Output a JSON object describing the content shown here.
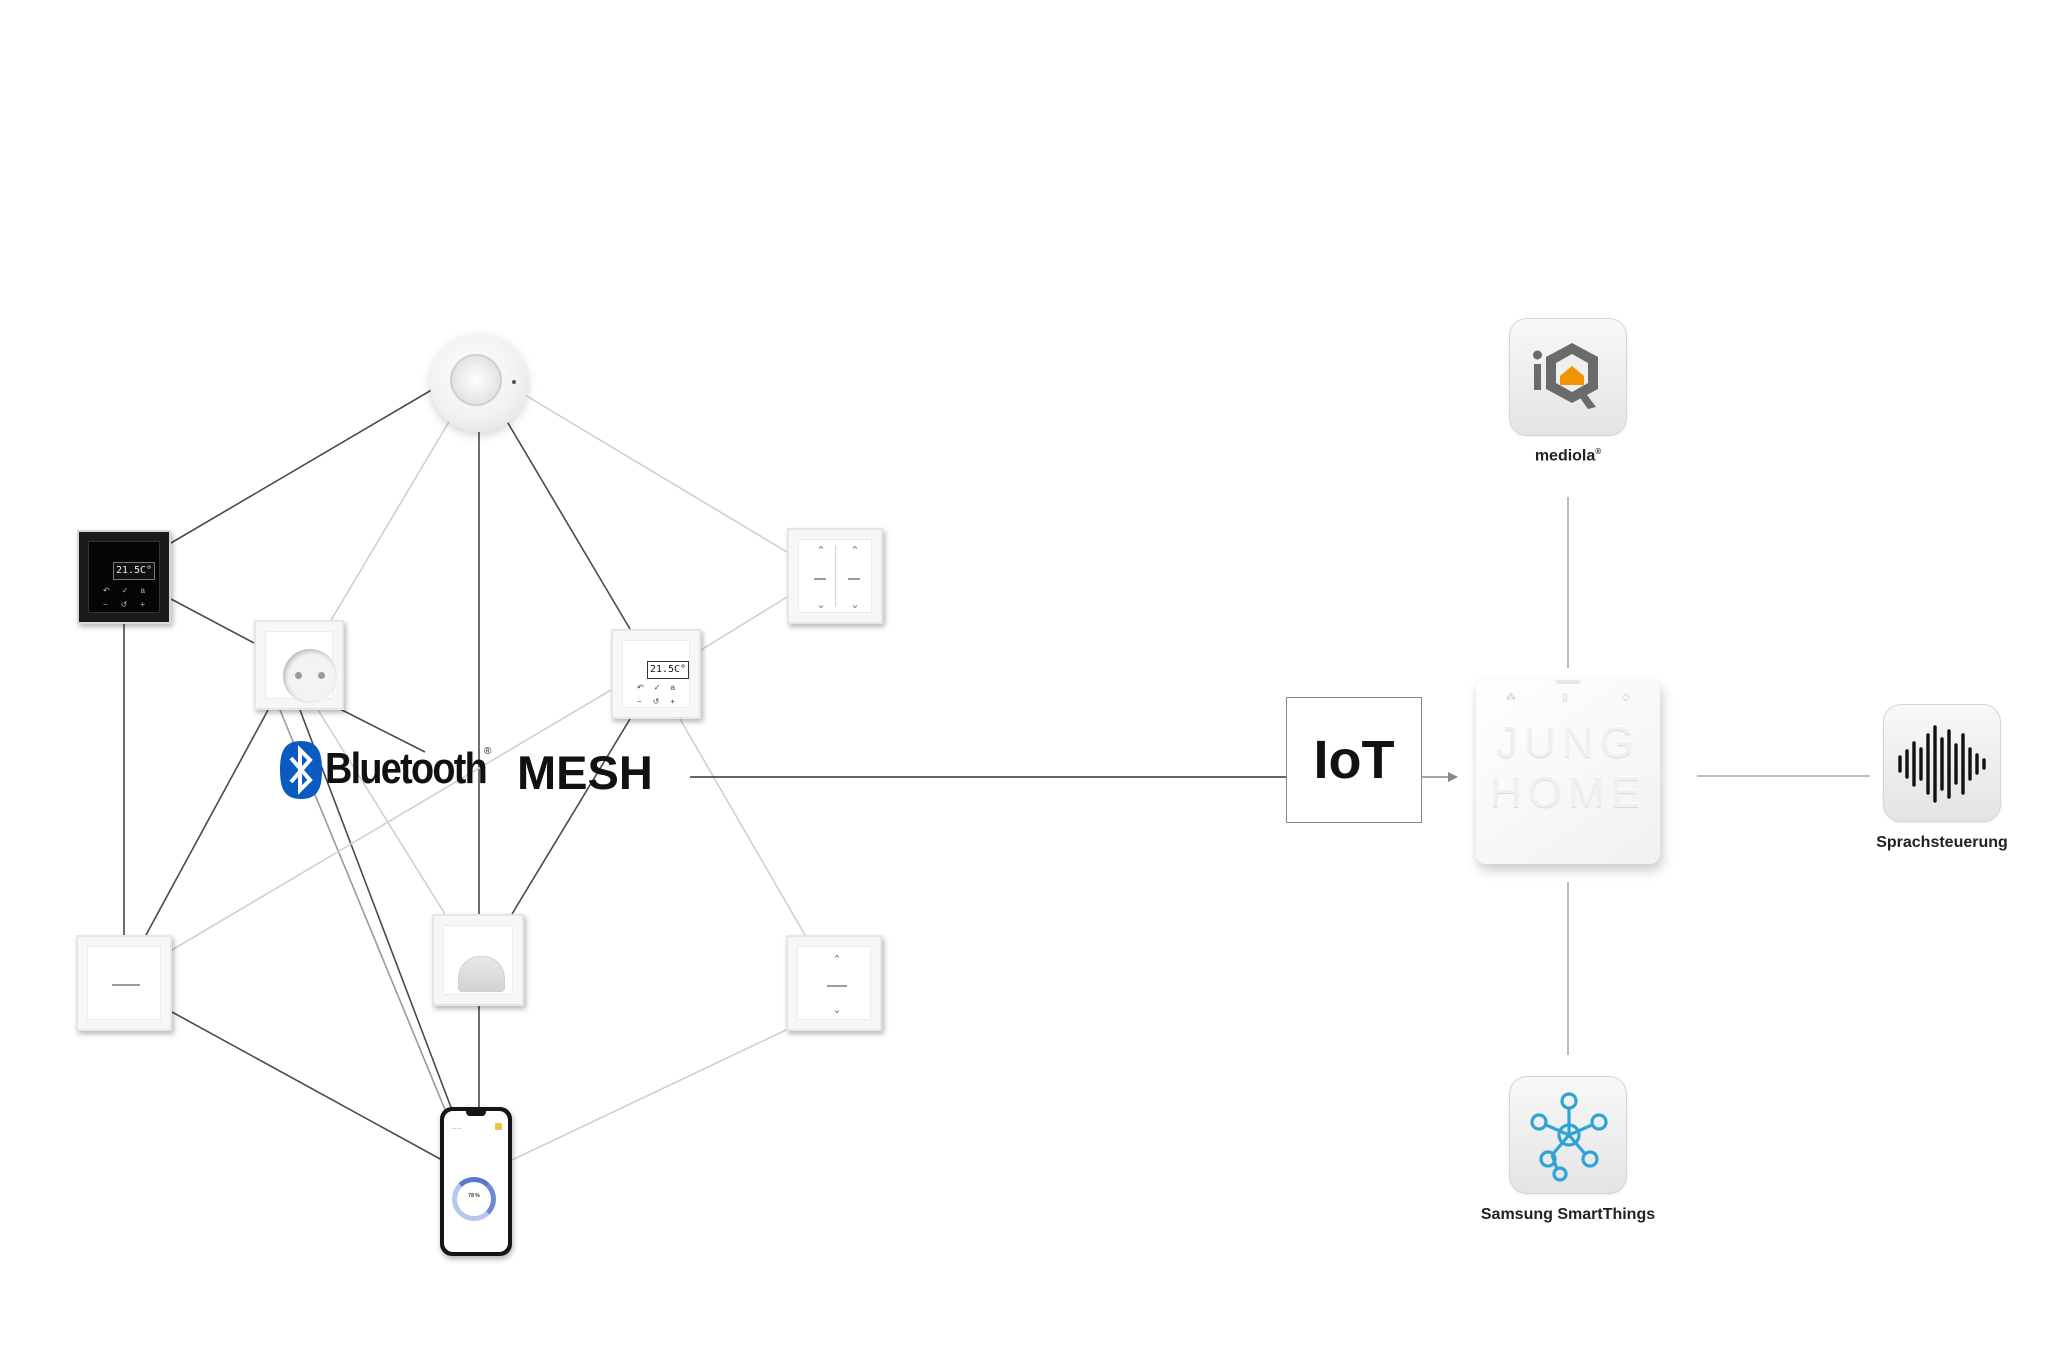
{
  "diagram": {
    "network": {
      "protocol_brand": "Bluetooth",
      "protocol_suffix": "MESH",
      "registered_mark": "®",
      "devices": [
        {
          "name": "presence-detector",
          "icon": "presence-detector-icon"
        },
        {
          "name": "room-thermostat-black",
          "icon": "thermostat-icon",
          "display": "21.5C°"
        },
        {
          "name": "room-thermostat-white",
          "icon": "thermostat-icon",
          "display": "21.5C°"
        },
        {
          "name": "socket-outlet",
          "icon": "schuko-socket-icon"
        },
        {
          "name": "blind-switch-double",
          "icon": "blind-switch-icon"
        },
        {
          "name": "blind-switch-single",
          "icon": "blind-switch-icon"
        },
        {
          "name": "light-switch",
          "icon": "rocker-switch-icon"
        },
        {
          "name": "motion-sensor",
          "icon": "motion-sensor-icon"
        },
        {
          "name": "smartphone-app",
          "icon": "smartphone-icon",
          "screen_value": "78 %"
        }
      ]
    },
    "bridge": {
      "label": "IoT"
    },
    "gateway": {
      "brand_line1": "JUNG",
      "brand_line2": "HOME"
    },
    "integrations": [
      {
        "label": "mediola",
        "mark": "®",
        "icon": "mediola-icon"
      },
      {
        "label": "Sprachsteuerung",
        "icon": "voice-waveform-icon"
      },
      {
        "label": "Samsung SmartThings",
        "icon": "smartthings-icon"
      }
    ],
    "colors": {
      "bluetooth_blue": "#0a5ac2",
      "mediola_orange": "#f29400",
      "mediola_gray": "#6b6b6b",
      "smartthings_blue": "#2ea3d6",
      "line": "#444444",
      "line_light": "#c8c8c8"
    }
  }
}
